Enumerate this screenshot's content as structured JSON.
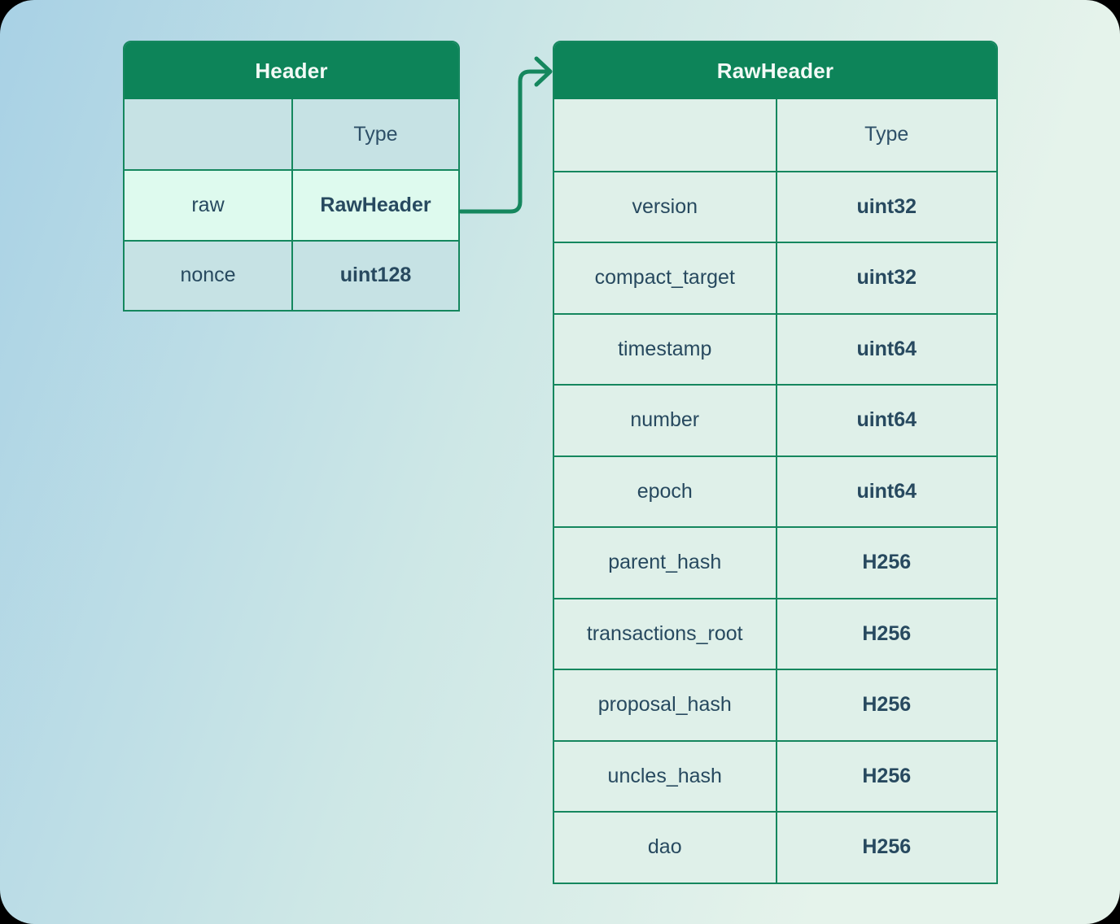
{
  "diagram": {
    "kind": "struct-schema-diagram",
    "tables": [
      {
        "id": "header",
        "title": "Header",
        "type_column_label": "Type",
        "rows": [
          {
            "field": "raw",
            "type": "RawHeader",
            "highlighted": true
          },
          {
            "field": "nonce",
            "type": "uint128",
            "highlighted": false
          }
        ]
      },
      {
        "id": "rawheader",
        "title": "RawHeader",
        "type_column_label": "Type",
        "rows": [
          {
            "field": "version",
            "type": "uint32",
            "highlighted": false
          },
          {
            "field": "compact_target",
            "type": "uint32",
            "highlighted": false
          },
          {
            "field": "timestamp",
            "type": "uint64",
            "highlighted": false
          },
          {
            "field": "number",
            "type": "uint64",
            "highlighted": false
          },
          {
            "field": "epoch",
            "type": "uint64",
            "highlighted": false
          },
          {
            "field": "parent_hash",
            "type": "H256",
            "highlighted": false
          },
          {
            "field": "transactions_root",
            "type": "H256",
            "highlighted": false
          },
          {
            "field": "proposal_hash",
            "type": "H256",
            "highlighted": false
          },
          {
            "field": "uncles_hash",
            "type": "H256",
            "highlighted": false
          },
          {
            "field": "dao",
            "type": "H256",
            "highlighted": false
          }
        ]
      }
    ],
    "arrow": {
      "from_table": "header",
      "from_field": "raw",
      "to_table": "rawheader",
      "color": "#15875e"
    },
    "colors": {
      "header_green": "#0d8459",
      "border_green": "#15875e",
      "arrow_green": "#15875e",
      "title_text": "#f2faf6",
      "cell_text": "#27495f",
      "type_label_text": "#2e5068",
      "row_bg_left": "#c6e2e4",
      "row_bg_left_highlight": "#defaee",
      "row_bg_right": "#dff0e9",
      "bg_gradient_start": "#a8d1e5",
      "bg_gradient_mid": "#cde7e6",
      "bg_gradient_end": "#e5f3eb",
      "page_outside": "#000000"
    }
  }
}
